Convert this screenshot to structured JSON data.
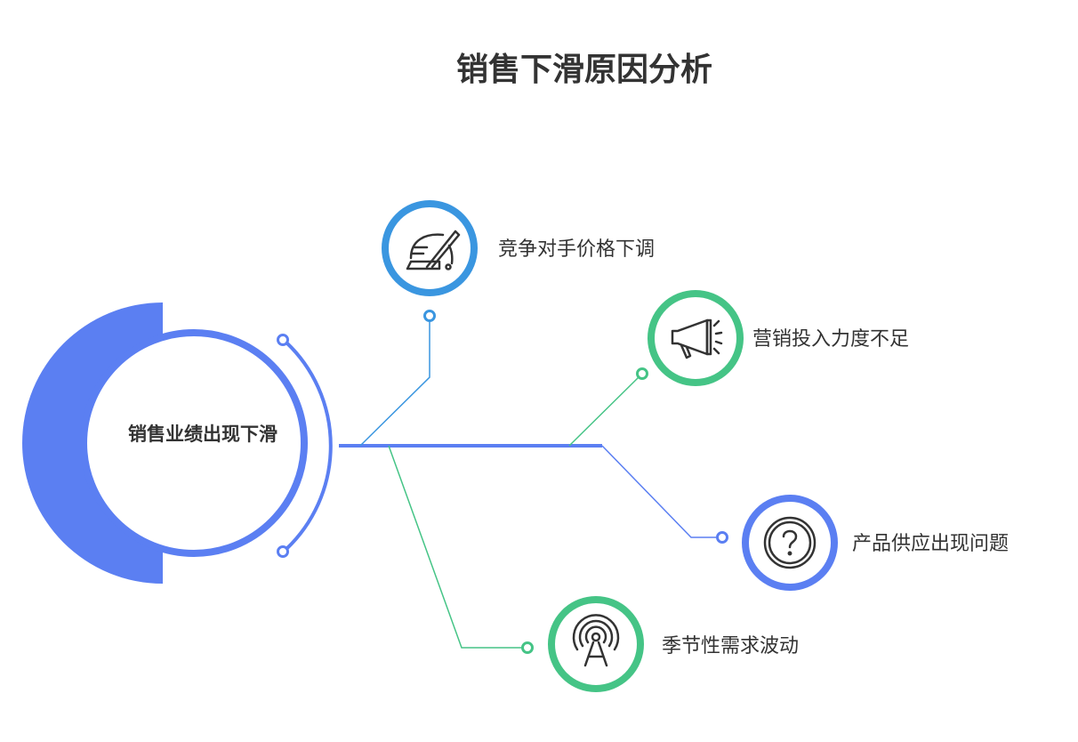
{
  "title": "销售下滑原因分析",
  "center": {
    "label": "销售业绩出现下滑",
    "color": "#5b7ff2"
  },
  "causes": [
    {
      "label": "竞争对手价格下调",
      "icon": "price-cut-icon",
      "color": "#3a96e0"
    },
    {
      "label": "营销投入力度不足",
      "icon": "megaphone-icon",
      "color": "#45c486"
    },
    {
      "label": "产品供应出现问题",
      "icon": "question-icon",
      "color": "#5b7ff2"
    },
    {
      "label": "季节性需求波动",
      "icon": "signal-tower-icon",
      "color": "#45c486"
    }
  ]
}
